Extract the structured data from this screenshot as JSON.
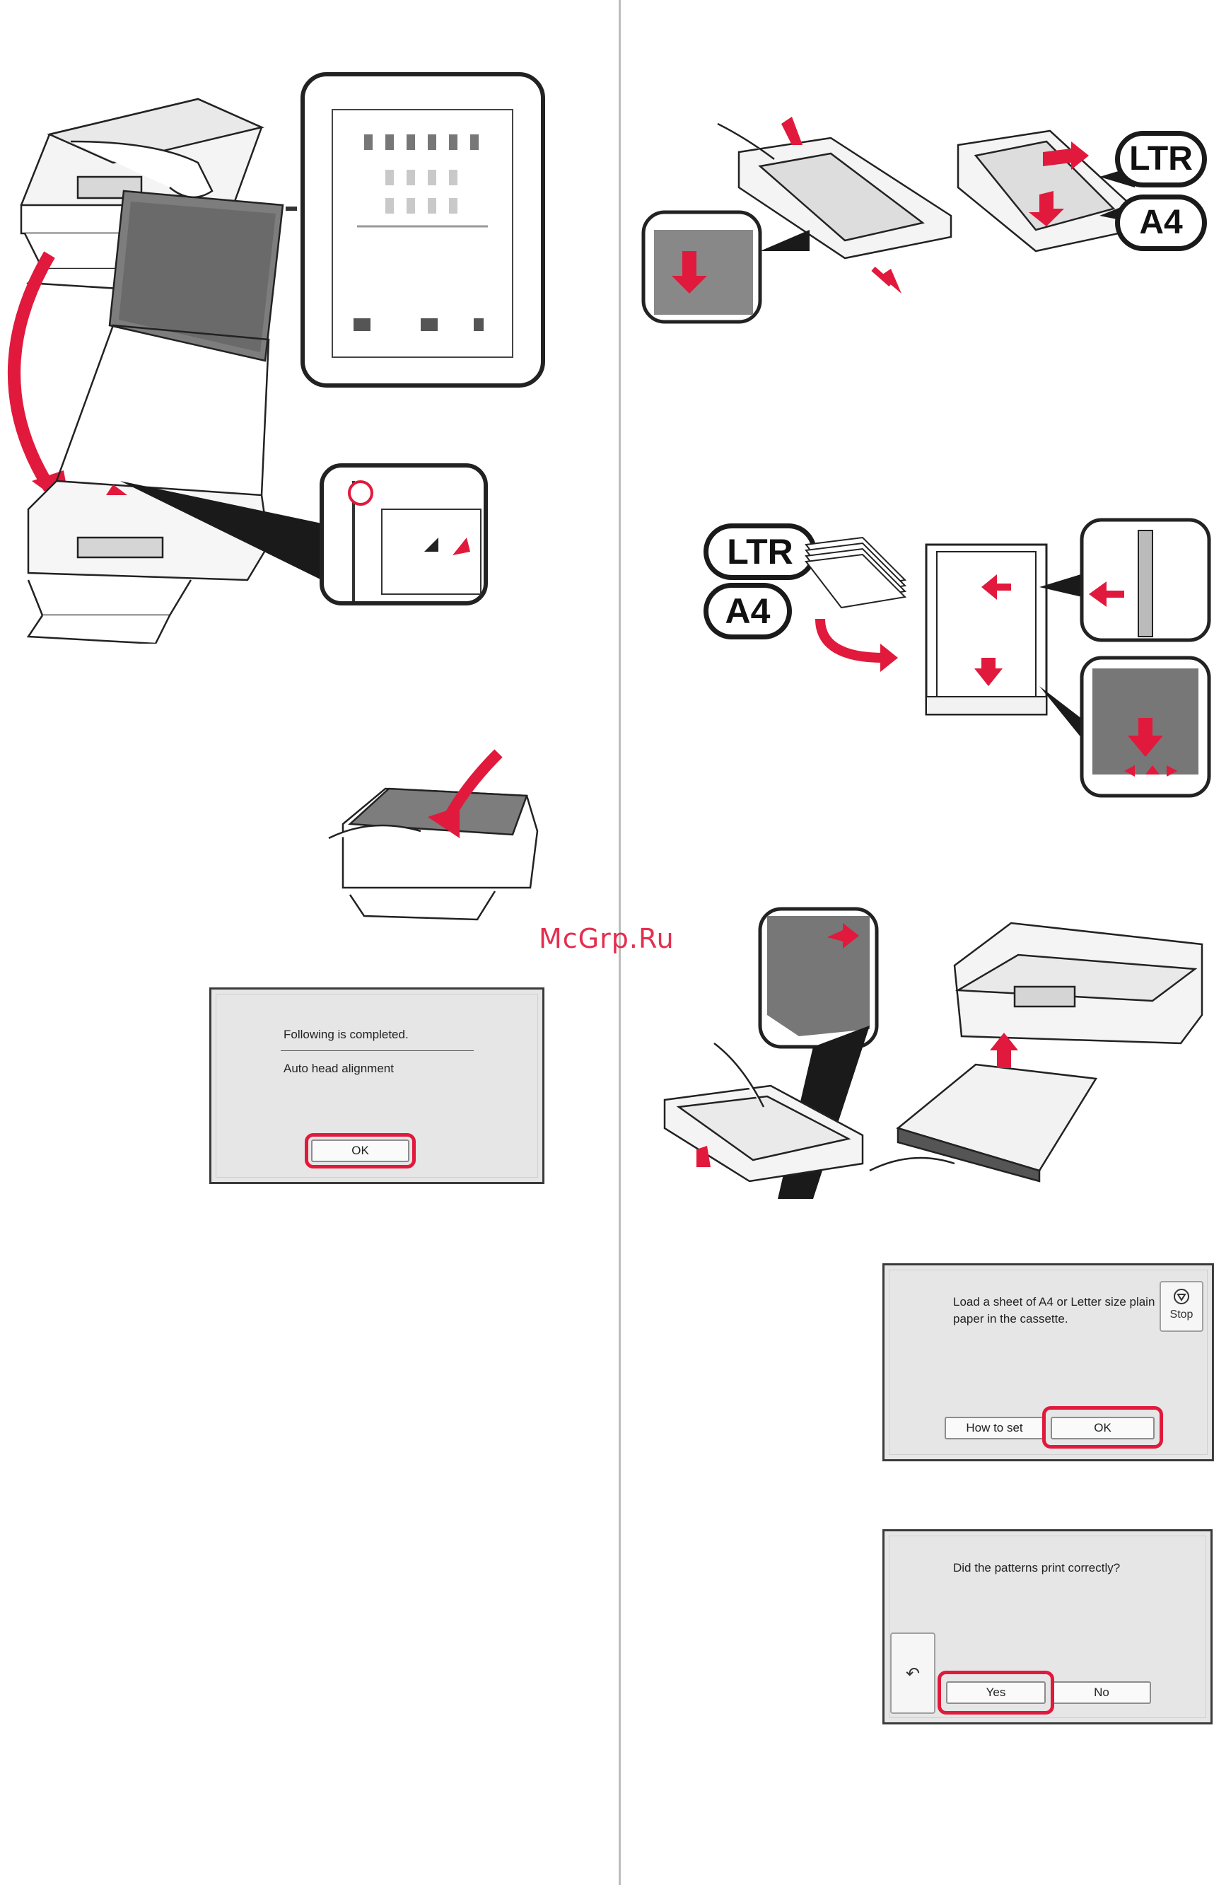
{
  "watermark": "McGrp.Ru",
  "badges": {
    "ltr": "LTR",
    "a4": "A4"
  },
  "screen_auto_head": {
    "line1": "Following is completed.",
    "line2": "Auto head alignment",
    "ok_label": "OK"
  },
  "screen_load_paper": {
    "message": "Load a sheet of A4 or Letter size plain paper in the cassette.",
    "stop_label": "Stop",
    "how_to_set_label": "How to set",
    "ok_label": "OK"
  },
  "screen_patterns": {
    "question": "Did the patterns print correctly?",
    "yes_label": "Yes",
    "no_label": "No"
  },
  "colors": {
    "accent_red": "#e1193c",
    "lcd_bg": "#e6e6e6",
    "outline": "#1a1a1a"
  }
}
